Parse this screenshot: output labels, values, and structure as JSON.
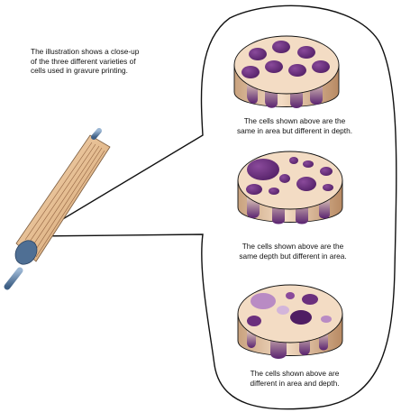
{
  "intro_text": [
    "The illustration shows a close-up",
    "of the three different varieties of",
    "cells used in gravure printing."
  ],
  "panels": [
    {
      "caption": [
        "The cells shown above are the",
        "same in area but different in depth."
      ],
      "variety": "same area, different depth"
    },
    {
      "caption": [
        "The cells shown above are the",
        "same depth but different in area."
      ],
      "variety": "same depth, different area"
    },
    {
      "caption": [
        "The cells shown above are",
        "different in area and depth."
      ],
      "variety": "different area and depth"
    }
  ],
  "colors": {
    "cylinder_face": "#f3dcc4",
    "cylinder_edge": "#c9a27e",
    "cell_ink": "#6b2f7d",
    "cell_ink_light": "#b98bc4",
    "roller_body": "#e8c49a",
    "roller_shaft": "#5b7fa8",
    "outline": "#111111"
  }
}
